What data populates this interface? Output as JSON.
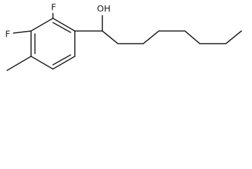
{
  "molecule": {
    "atoms": {
      "oh_label": "OH",
      "f_upper_label": "F",
      "f_lower_label": "F"
    }
  },
  "colors": {
    "bond": "#1a1a1a",
    "text": "#1a1a1a",
    "background": "#ffffff"
  }
}
